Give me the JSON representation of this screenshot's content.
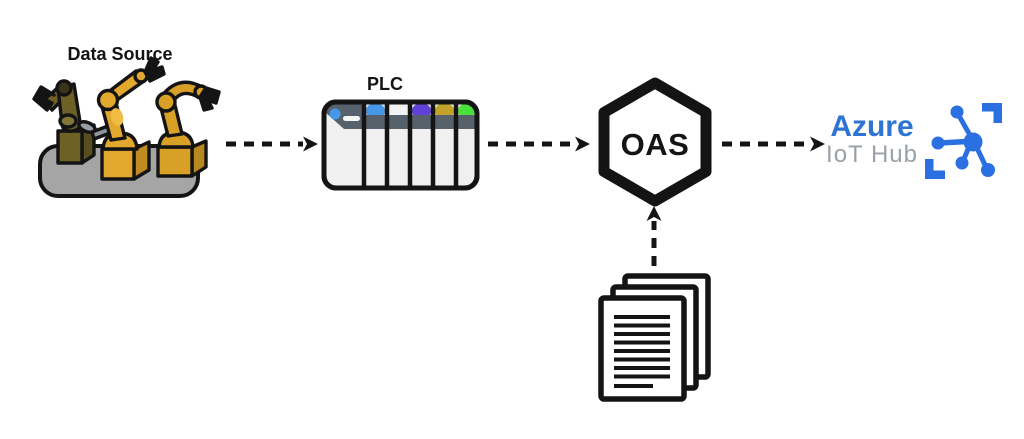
{
  "diagram": {
    "background": "#ffffff",
    "flow_order": [
      "data_source",
      "plc",
      "oas",
      "azure_iot_hub"
    ],
    "nodes": {
      "data_source": {
        "label": "Data Source",
        "icon": "robot-arms-icon"
      },
      "plc": {
        "label": "PLC",
        "icon": "plc-modules-icon",
        "module_cap_colors": [
          "#4797e8",
          "#f2f2f2",
          "#6241d8",
          "#c2a32a",
          "#49e13c"
        ]
      },
      "oas": {
        "label": "OAS",
        "shape": "hexagon"
      },
      "documents": {
        "icon": "documents-icon"
      },
      "azure": {
        "title": "Azure",
        "subtitle": "IoT Hub",
        "icon": "iot-hub-icon"
      }
    },
    "connections": [
      {
        "from": "data_source",
        "to": "plc",
        "style": "dashed-arrow"
      },
      {
        "from": "plc",
        "to": "oas",
        "style": "dashed-arrow"
      },
      {
        "from": "oas",
        "to": "azure",
        "style": "dashed-arrow"
      },
      {
        "from": "documents",
        "to": "oas",
        "style": "dashed-arrow"
      }
    ],
    "colors": {
      "outline": "#141414",
      "robot_gold": "#e2a82e",
      "robot_gold_dark": "#c08c1f",
      "robot_olive": "#6e6126",
      "robot_olive_dark": "#574d1e",
      "platform_gray": "#a5a5a5",
      "plc_body": "#f0f0f0",
      "plc_slate": "#57616b",
      "plc_indicator_blue": "#4797e8",
      "azure_blue": "#2e74d2",
      "iot_hub_gray": "#9ba1a8",
      "iot_icon_blue": "#2b70e0"
    }
  }
}
